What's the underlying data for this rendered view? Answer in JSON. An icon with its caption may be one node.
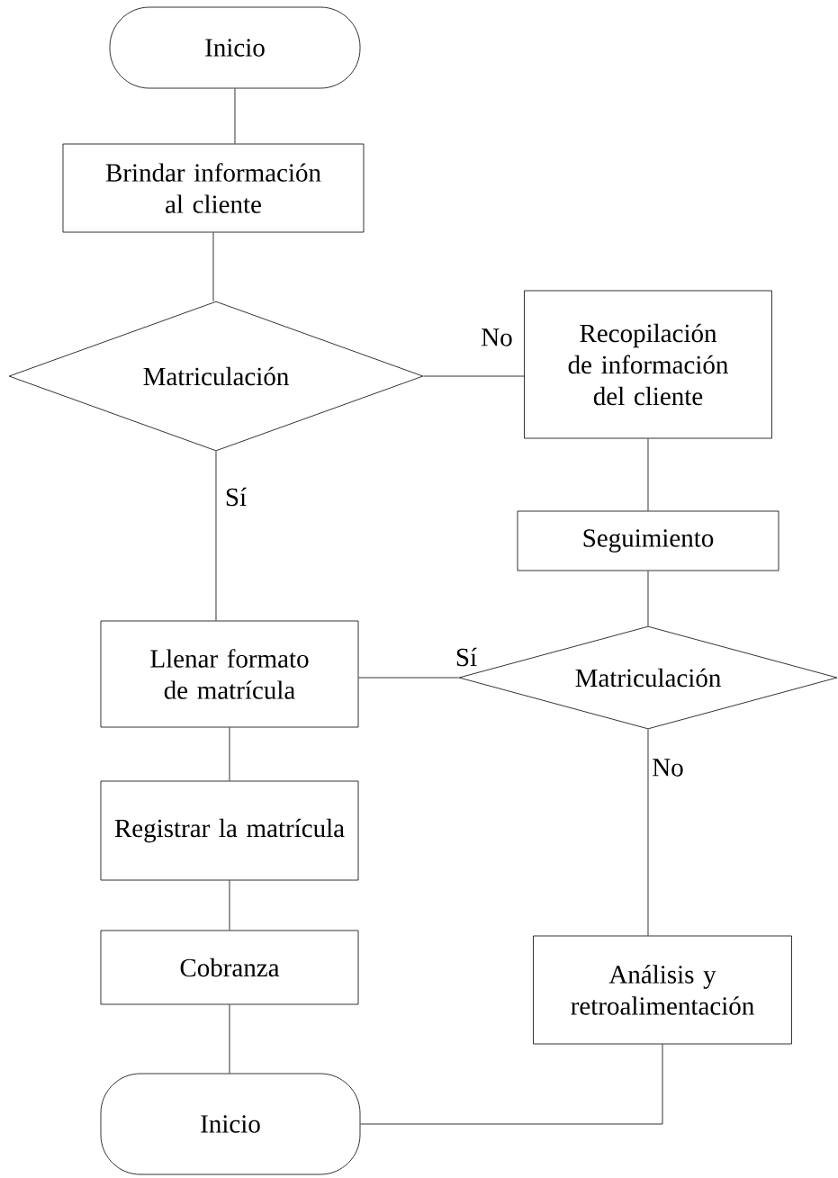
{
  "diagram": {
    "nodes": [
      {
        "text": [
          "Inicio"
        ]
      },
      {
        "text": [
          "Brindar información al cliente"
        ]
      },
      {
        "text": [
          "Matriculación"
        ]
      },
      {
        "text": [
          "Recopilación de información del cliente"
        ]
      },
      {
        "text": [
          "Seguimiento"
        ]
      },
      {
        "text": [
          "Matriculación"
        ]
      },
      {
        "text": [
          "Llenar formato de matrícula"
        ]
      },
      {
        "text": [
          "Registrar la matrícula"
        ]
      },
      {
        "text": [
          "Cobranza"
        ]
      },
      {
        "text": [
          "Análisis y retroalimentación"
        ]
      },
      {
        "text": [
          "Inicio"
        ]
      }
    ],
    "edges": [
      {
        "from": 0,
        "to": 1,
        "arrow": "none"
      },
      {
        "from": 1,
        "to": 2,
        "arrow": "none"
      },
      {
        "from": 2,
        "to": 3,
        "arrow": "none",
        "label": "No"
      },
      {
        "from": 2,
        "to": 6,
        "arrow": "none",
        "label": "Sí"
      },
      {
        "from": 3,
        "to": 4,
        "arrow": "none"
      },
      {
        "from": 4,
        "to": 5,
        "arrow": "none"
      },
      {
        "from": 5,
        "to": 6,
        "arrow": "none",
        "label": "Sí"
      },
      {
        "from": 5,
        "to": 9,
        "arrow": "none",
        "label": "No"
      },
      {
        "from": 6,
        "to": 7,
        "arrow": "none"
      },
      {
        "from": 7,
        "to": 8,
        "arrow": "none"
      },
      {
        "from": 8,
        "to": 10,
        "arrow": "none"
      },
      {
        "from": 9,
        "to": 10,
        "arrow": "none"
      }
    ]
  }
}
